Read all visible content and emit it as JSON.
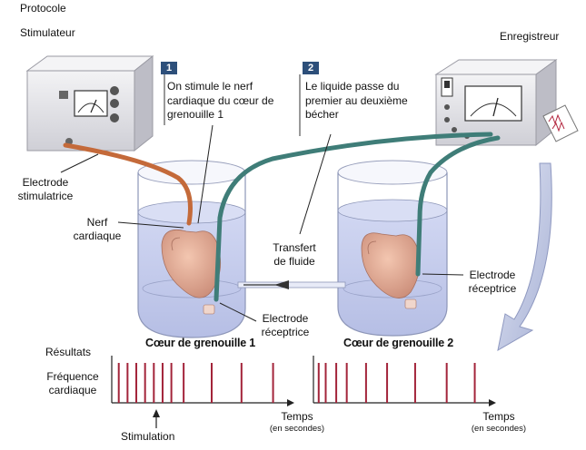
{
  "header": {
    "protocol": "Protocole",
    "stimulator": "Stimulateur",
    "recorder": "Enregistreur"
  },
  "steps": [
    {
      "number": "1",
      "lines": [
        "On stimule le nerf",
        "cardiaque du cœur de",
        "grenouille 1"
      ]
    },
    {
      "number": "2",
      "lines": [
        "Le liquide passe du",
        "premier au deuxième",
        "bécher"
      ]
    }
  ],
  "labels": {
    "stim_electrode": [
      "Electrode",
      "stimulatrice"
    ],
    "nerve": [
      "Nerf",
      "cardiaque"
    ],
    "transfer": [
      "Transfert",
      "de fluide"
    ],
    "receptor_electrode_1": [
      "Electrode",
      "réceptrice"
    ],
    "receptor_electrode_2": [
      "Electrode",
      "réceptrice"
    ],
    "heart1_caption": "Cœur de grenouille 1",
    "heart2_caption": "Cœur de grenouille 2"
  },
  "results": {
    "title": "Résultats",
    "ylabel": [
      "Fréquence",
      "cardiaque"
    ],
    "xlabel": "Temps",
    "xunit": "(en secondes)",
    "stimulation": "Stimulation"
  },
  "chart_data": [
    {
      "type": "event-plot",
      "title": "Cœur de grenouille 1",
      "ylabel": "Fréquence cardiaque",
      "xlabel": "Temps (en secondes)",
      "stimulation_label": "Stimulation",
      "beats": [
        0.04,
        0.09,
        0.14,
        0.19,
        0.24,
        0.29,
        0.34,
        0.41,
        0.57,
        0.74,
        0.92
      ],
      "stimulation_at": 0.29
    },
    {
      "type": "event-plot",
      "title": "Cœur de grenouille 2",
      "ylabel": "",
      "xlabel": "Temps (en secondes)",
      "beats": [
        0.03,
        0.07,
        0.13,
        0.19,
        0.3,
        0.42,
        0.58,
        0.76,
        0.92
      ]
    }
  ],
  "colors": {
    "device_body": "#e6e6ea",
    "device_front": "#c9c9cf",
    "step_badge": "#2d4f7a",
    "tube_green": "#3f7d78",
    "tube_orange": "#c46a3a",
    "water": "#b9c3e8",
    "arrow_fill": "#c8d0ea",
    "pulse_red": "#a3243a"
  }
}
